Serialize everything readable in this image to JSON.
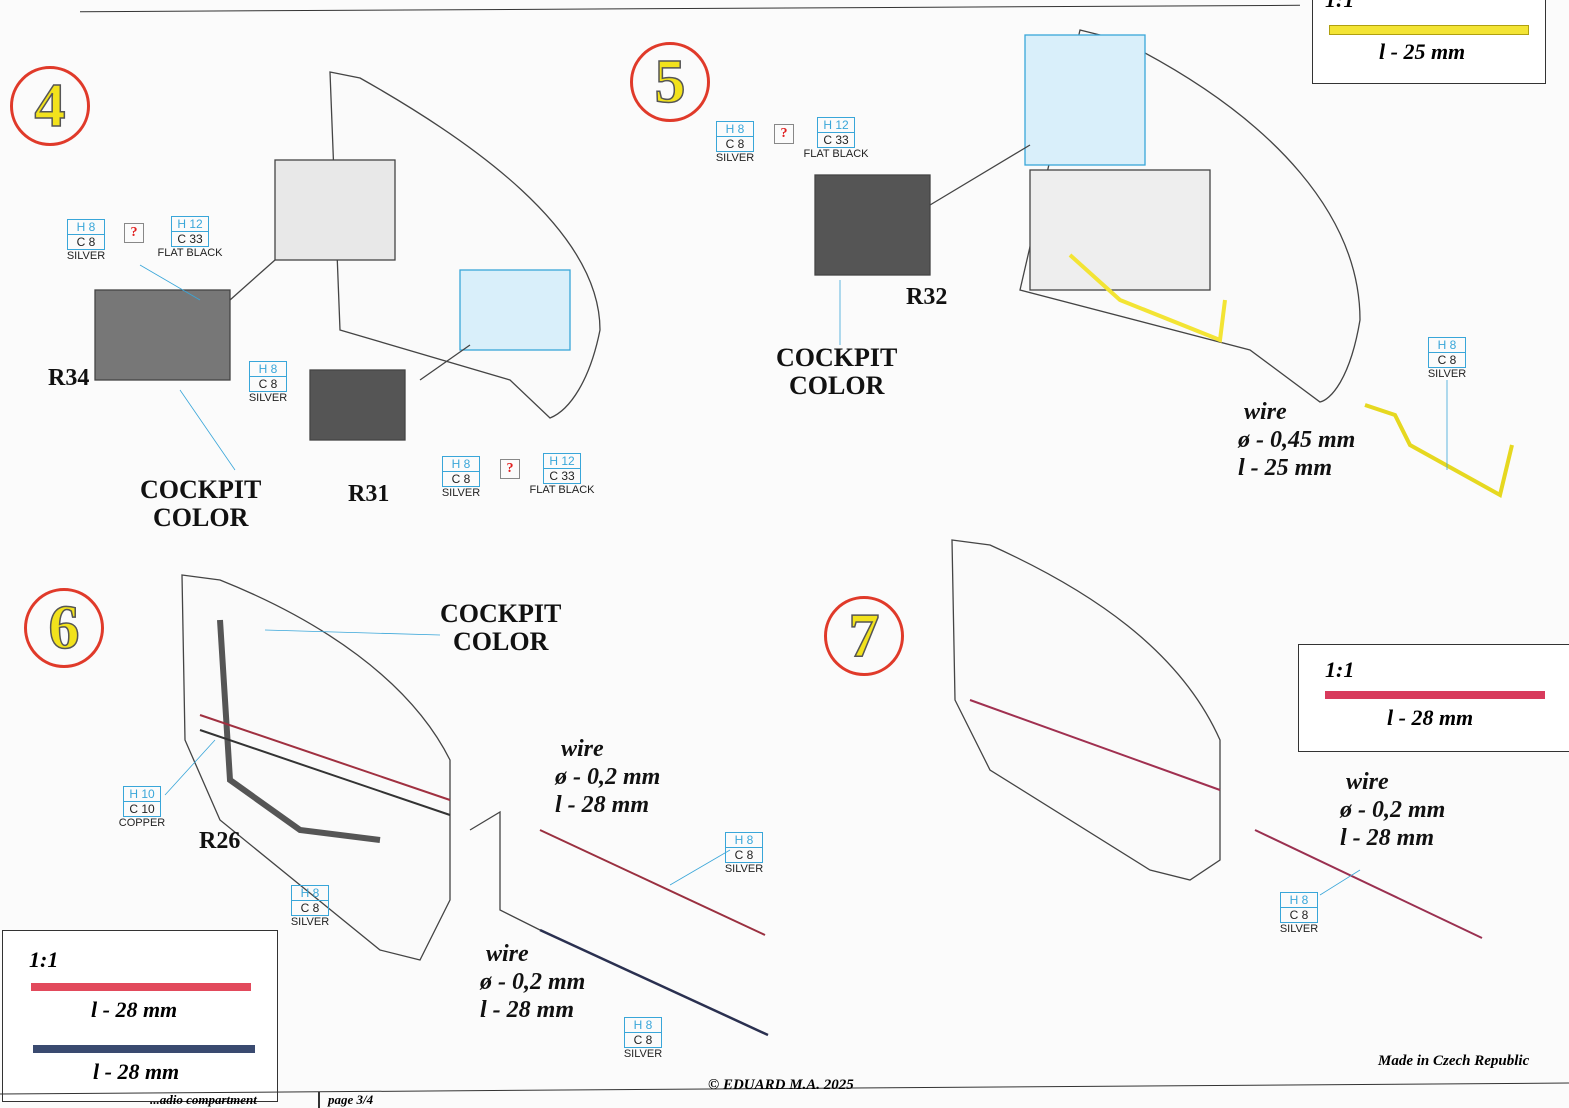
{
  "steps": [
    "4",
    "5",
    "6",
    "7"
  ],
  "paints": {
    "silver": {
      "h": "H 8",
      "c": "C 8",
      "name": "SILVER"
    },
    "flat_black": {
      "h": "H 12",
      "c": "C 33",
      "name": "FLAT BLACK"
    },
    "copper": {
      "h": "H 10",
      "c": "C 10",
      "name": "COPPER"
    },
    "unknown": "?"
  },
  "parts": {
    "r34": "R34",
    "r31": "R31",
    "r32": "R32",
    "r26": "R26"
  },
  "cockpit_color": [
    "COCKPIT",
    "COLOR"
  ],
  "wire": {
    "label": "wire",
    "d045": "ø - 0,45 mm",
    "l25": "l - 25 mm",
    "d02": "ø - 0,2 mm",
    "l28": "l - 28 mm"
  },
  "scale": {
    "ratio": "1:1",
    "l25": "l - 25 mm",
    "l28": "l - 28 mm"
  },
  "colors": {
    "yellow": "#f3e434",
    "red": "#e24a5c",
    "navy": "#3a4a70",
    "maroon": "#9a3050",
    "blue": "#39a6d9"
  },
  "footer": {
    "copyright": "© EDUARD  M.A. 2025",
    "made_in": "Made in Czech Republic",
    "page": "page 3/4",
    "title_fragment": "...adio compartment"
  }
}
